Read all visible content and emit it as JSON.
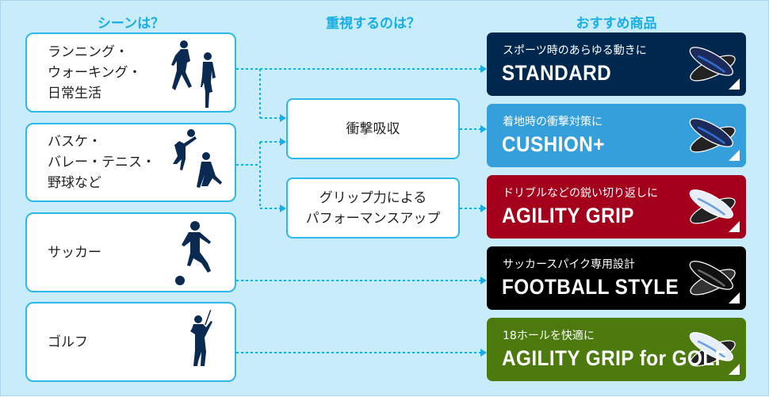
{
  "headers": {
    "scene": "シーンは？",
    "priority": "重視するのは？",
    "product": "おすすめ商品"
  },
  "scenes": [
    {
      "lines": [
        "ランニング・",
        "ウォーキング・",
        "日常生活"
      ],
      "icon": "runners-silhouette-icon"
    },
    {
      "lines": [
        "バスケ・",
        "バレー・テニス・",
        "野球など"
      ],
      "icon": "volleyball-players-silhouette-icon"
    },
    {
      "lines": [
        "サッカー"
      ],
      "icon": "soccer-player-silhouette-icon"
    },
    {
      "lines": [
        "ゴルフ"
      ],
      "icon": "golfer-silhouette-icon"
    }
  ],
  "priorities": [
    {
      "lines": [
        "衝撃吸収"
      ]
    },
    {
      "lines": [
        "グリップ力による",
        "パフォーマンスアップ"
      ]
    }
  ],
  "products": [
    {
      "sub": "スポーツ時のあらゆる動きに",
      "name": "STANDARD",
      "color": "#00284f",
      "insole": "dark"
    },
    {
      "sub": "着地時の衝撃対策に",
      "name": "CUSHION+",
      "color": "#359fdb",
      "insole": "dark"
    },
    {
      "sub": "ドリブルなどの鋭い切り返しに",
      "name": "AGILITY GRIP",
      "color": "#a5001b",
      "insole": "light"
    },
    {
      "sub": "サッカースパイク専用設計",
      "name": "FOOTBALL STYLE",
      "color": "#000000",
      "insole": "black"
    },
    {
      "sub": "18ホールを快適に",
      "name": "AGILITY GRIP for GOLF",
      "color": "#4c7a0c",
      "insole": "light"
    }
  ],
  "colors": {
    "accent": "#16aee6",
    "silhouette": "#0b2a52"
  }
}
